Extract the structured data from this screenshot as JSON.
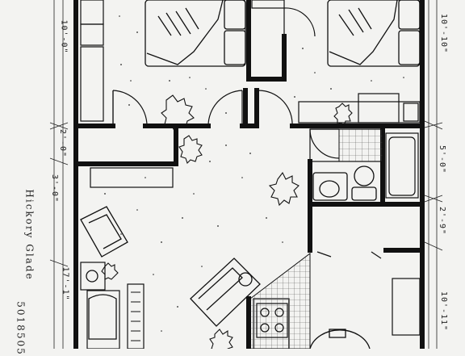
{
  "drawing": {
    "title_vertical": "Hickory Glade",
    "code_vertical": "5018505",
    "colors": {
      "line": "#111111",
      "paper": "#f3f3f1",
      "tile": "#555555"
    }
  },
  "dimensions": {
    "left": [
      "10'-0\"",
      "2'-0\"",
      "3'-0\"",
      "17'-1\""
    ],
    "right": [
      "10'-10\"",
      "5'-0\"",
      "2'-9\"",
      "10'-11\""
    ]
  }
}
